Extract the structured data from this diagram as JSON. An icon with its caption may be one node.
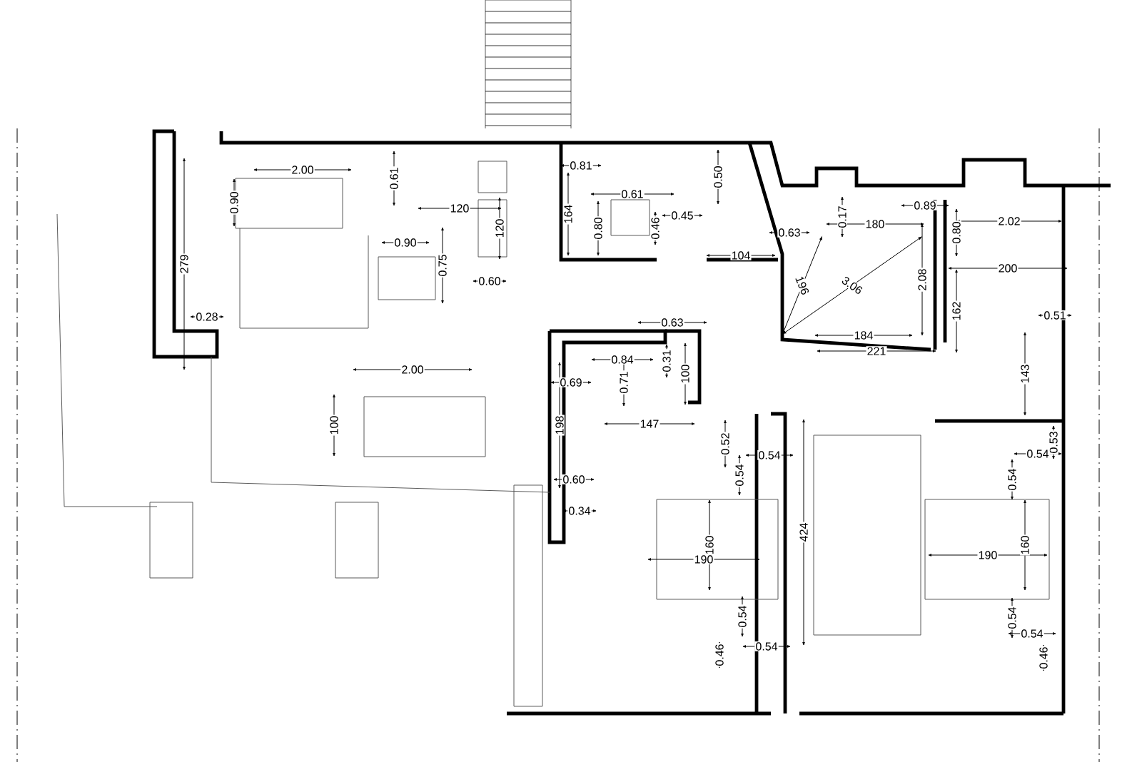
{
  "diagram": {
    "labels": [
      "2.00",
      "0.61",
      "0.81",
      "0.61",
      "0.50",
      "0.90",
      "120",
      "164",
      "0.45",
      "0.17",
      "0.89",
      "0.80",
      "2.02",
      "0.63",
      "180",
      "120",
      "0.80",
      "0.46",
      "0.90",
      "104",
      "279",
      "0.75",
      "196",
      "3.06",
      "2.08",
      "200",
      "0.60",
      "162",
      "0.51",
      "184",
      "221",
      "0.28",
      "0.63",
      "0.84",
      "0.31",
      "100",
      "2.00",
      "143",
      "0.69",
      "0.71",
      "100",
      "147",
      "198",
      "0.52",
      "0.53",
      "0.54",
      "0.54",
      "0.54",
      "0.54",
      "0.60",
      "0.34",
      "424",
      "160",
      "190",
      "190",
      "160",
      "0.54",
      "0.54",
      "0.54",
      "0.54",
      "0.46",
      "0.46"
    ]
  }
}
